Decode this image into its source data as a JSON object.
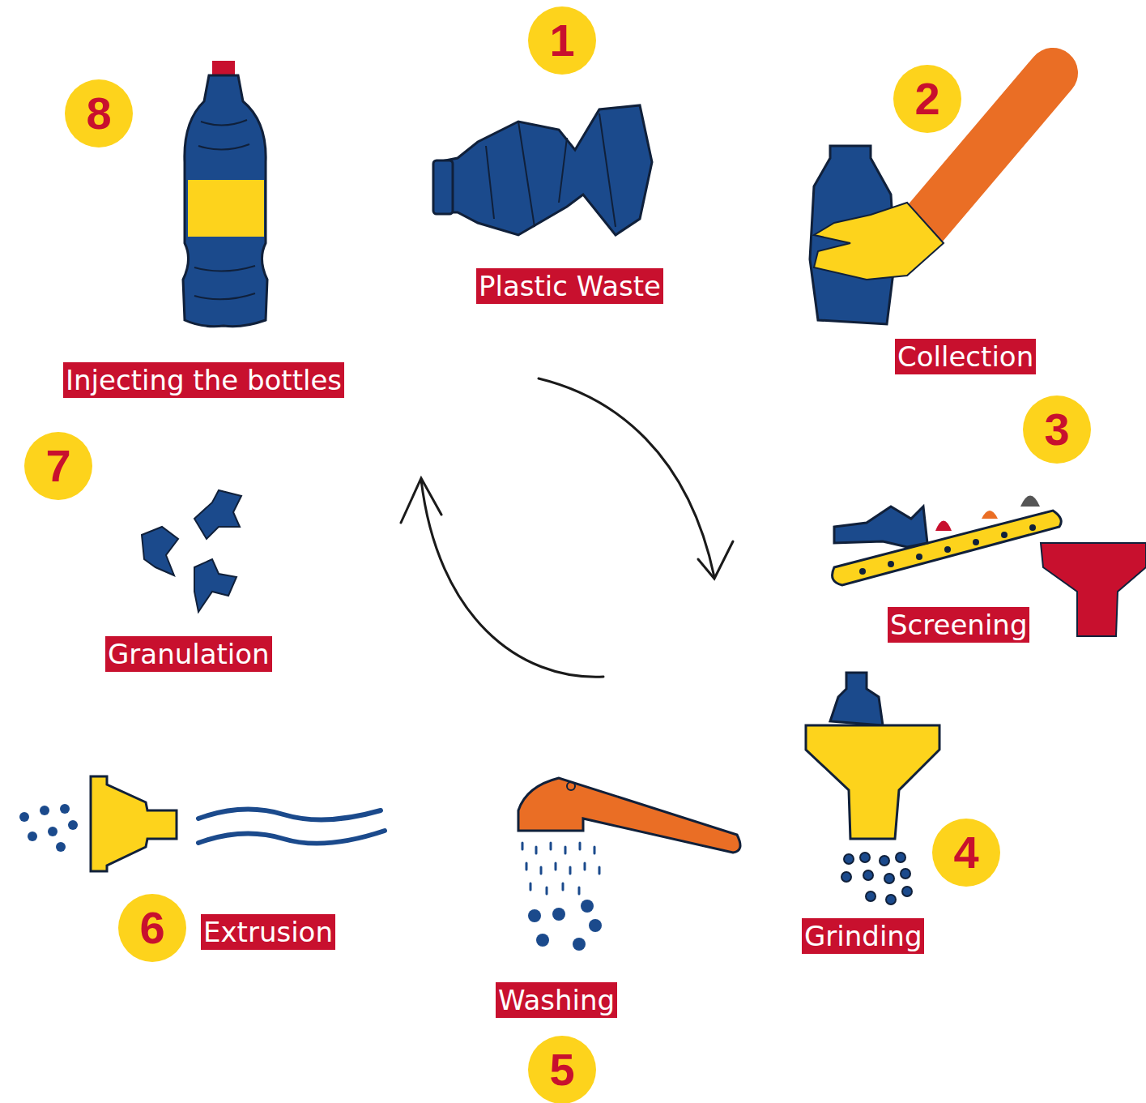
{
  "diagram": {
    "nodes": [
      {
        "text": [
          "Plastic Waste"
        ]
      },
      {
        "text": [
          "Collection"
        ]
      },
      {
        "text": [
          "Screening"
        ]
      },
      {
        "text": [
          "Grinding"
        ]
      },
      {
        "text": [
          "Washing"
        ]
      },
      {
        "text": [
          "Extrusion"
        ]
      },
      {
        "text": [
          "Granulation"
        ]
      },
      {
        "text": [
          "Injecting the bottles"
        ]
      }
    ],
    "labels": [
      "1",
      "2",
      "3",
      "4",
      "5",
      "6",
      "7",
      "8"
    ]
  }
}
